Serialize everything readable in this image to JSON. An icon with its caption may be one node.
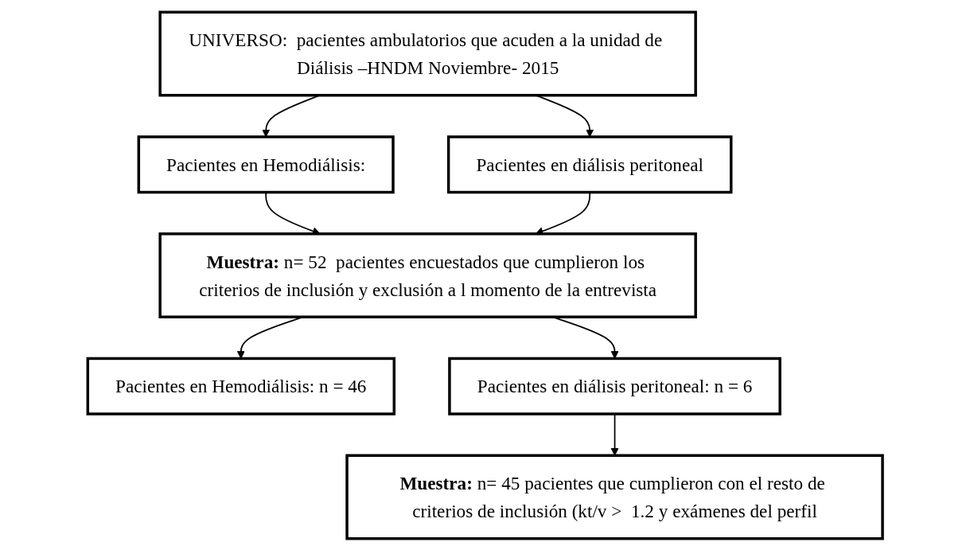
{
  "diagram": {
    "nodes": [
      {
        "text": [
          "UNIVERSO:  pacientes ambulatorios que acuden a la unidad de Diálisis –HNDM Noviembre- 2015"
        ]
      },
      {
        "text": [
          "Pacientes en Hemodiálisis:"
        ]
      },
      {
        "text": [
          "Pacientes en diálisis peritoneal"
        ]
      },
      {
        "text": [
          "**Muestra:** n= 52  pacientes encuestados que cumplieron los criterios de inclusión y exclusión a l momento de la entrevista"
        ]
      },
      {
        "text": [
          "Pacientes en Hemodiálisis: n = 46"
        ]
      },
      {
        "text": [
          "Pacientes en diálisis peritoneal: n =  6"
        ]
      },
      {
        "text": [
          "**Muestra:** n= 45 pacientes que cumplieron con el resto de criterios de inclusión (kt/v >  1.2 y exámenes del perfil"
        ]
      }
    ],
    "edges": [
      {
        "from": 0,
        "to": 1,
        "arrow": "to"
      },
      {
        "from": 0,
        "to": 2,
        "arrow": "to"
      },
      {
        "from": 1,
        "to": 3,
        "arrow": "to"
      },
      {
        "from": 2,
        "to": 3,
        "arrow": "to"
      },
      {
        "from": 3,
        "to": 4,
        "arrow": "to"
      },
      {
        "from": 3,
        "to": 5,
        "arrow": "to"
      },
      {
        "from": 5,
        "to": 6,
        "arrow": "to"
      }
    ]
  }
}
